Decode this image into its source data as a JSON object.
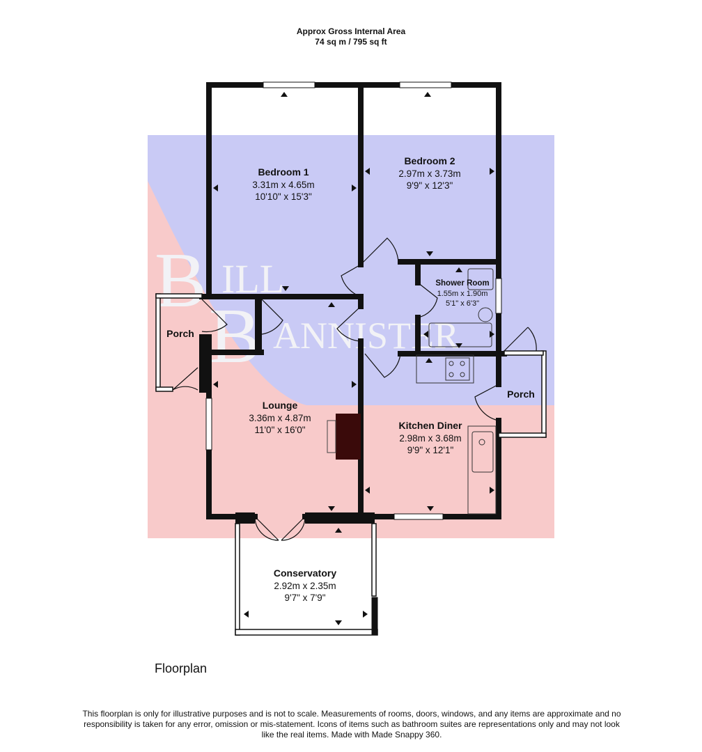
{
  "header": {
    "line1": "Approx Gross Internal Area",
    "line2": "74 sq m / 795 sq ft"
  },
  "watermark": {
    "text_top": "ILL",
    "text_bottom": "ANNISTER",
    "initial_top": "B",
    "initial_bottom": "B",
    "colors": {
      "blue": "#c9caf5",
      "pink": "#f8caca",
      "letter_fill": "#f2f2f6"
    }
  },
  "rooms": [
    {
      "id": "bedroom-1",
      "name": "Bedroom 1",
      "metric": "3.31m x 4.65m",
      "imperial": "10'10\" x 15'3\""
    },
    {
      "id": "bedroom-2",
      "name": "Bedroom 2",
      "metric": "2.97m x 3.73m",
      "imperial": "9'9\" x 12'3\""
    },
    {
      "id": "shower-room",
      "name": "Shower Room",
      "metric": "1.55m x 1.90m",
      "imperial": "5'1\" x 6'3\""
    },
    {
      "id": "lounge",
      "name": "Lounge",
      "metric": "3.36m x 4.87m",
      "imperial": "11'0\" x 16'0\""
    },
    {
      "id": "kitchen-diner",
      "name": "Kitchen Diner",
      "metric": "2.98m x 3.68m",
      "imperial": "9'9\" x 12'1\""
    },
    {
      "id": "conservatory",
      "name": "Conservatory",
      "metric": "2.92m x 2.35m",
      "imperial": "9'7\" x 7'9\""
    },
    {
      "id": "porch-left",
      "name": "Porch"
    },
    {
      "id": "porch-right",
      "name": "Porch"
    }
  ],
  "caption": "Floorplan",
  "disclaimer": "This floorplan is only for illustrative purposes and is not to scale. Measurements of rooms, doors, windows, and any items are approximate and no responsibility is taken for any error, omission or mis-statement. Icons of items such as bathroom suites are representations only and may not look like the real items. Made with Made Snappy 360.",
  "colors": {
    "wall": "#111111",
    "fireplace": "#3a0a0a",
    "window": "#ffffff"
  }
}
